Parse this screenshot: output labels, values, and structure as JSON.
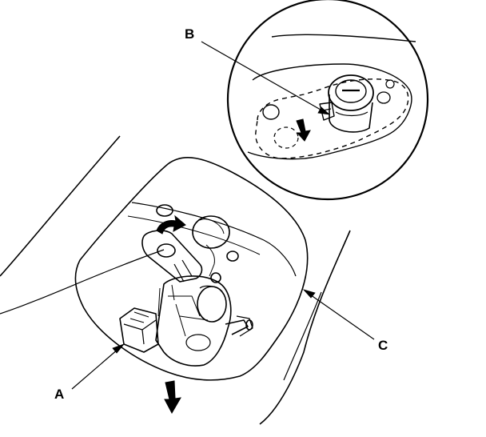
{
  "figure": {
    "callouts": {
      "a": "A",
      "b": "B",
      "c": "C"
    },
    "stroke_color": "#000000",
    "background_color": "#ffffff"
  }
}
